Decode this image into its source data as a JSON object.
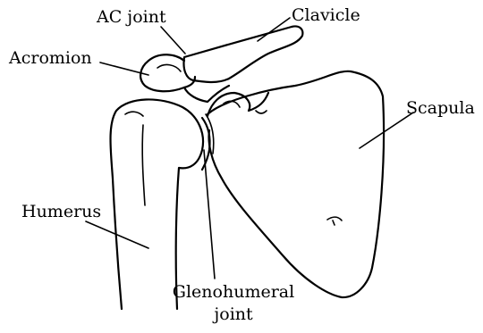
{
  "labels": {
    "ac_joint": "AC joint",
    "clavicle": "Clavicle",
    "acromion": "Acromion",
    "scapula": "Scapula",
    "humerus": "Humerus",
    "glenohumeral_line1": "Glenohumeral",
    "glenohumeral_line2": "joint"
  },
  "colors": {
    "line": "#000000",
    "background": "#ffffff"
  }
}
